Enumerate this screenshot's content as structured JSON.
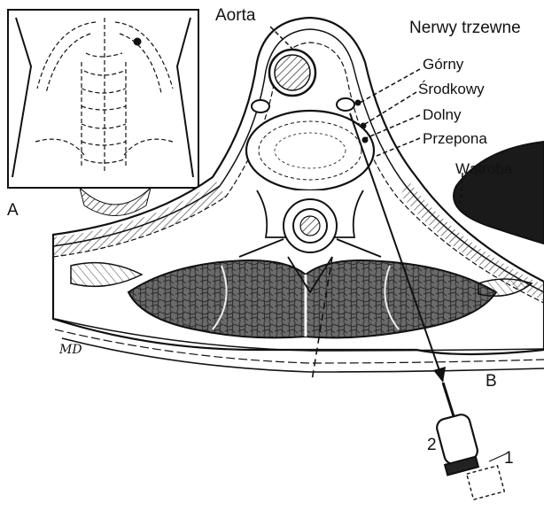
{
  "labels": {
    "aorta": "Aorta",
    "header": "Nerwy trzewne",
    "upper": "Górny",
    "middle": "Środkowy",
    "lower": "Dolny",
    "diaphragm": "Przepona",
    "liver": "Wątroba",
    "panel_a": "A",
    "panel_b": "B",
    "pos1": "1",
    "pos2": "2"
  },
  "signature": "MD",
  "colors": {
    "ink": "#111111",
    "liver": "#1a1a1a",
    "muscle": "#555555",
    "paper": "#ffffff"
  }
}
